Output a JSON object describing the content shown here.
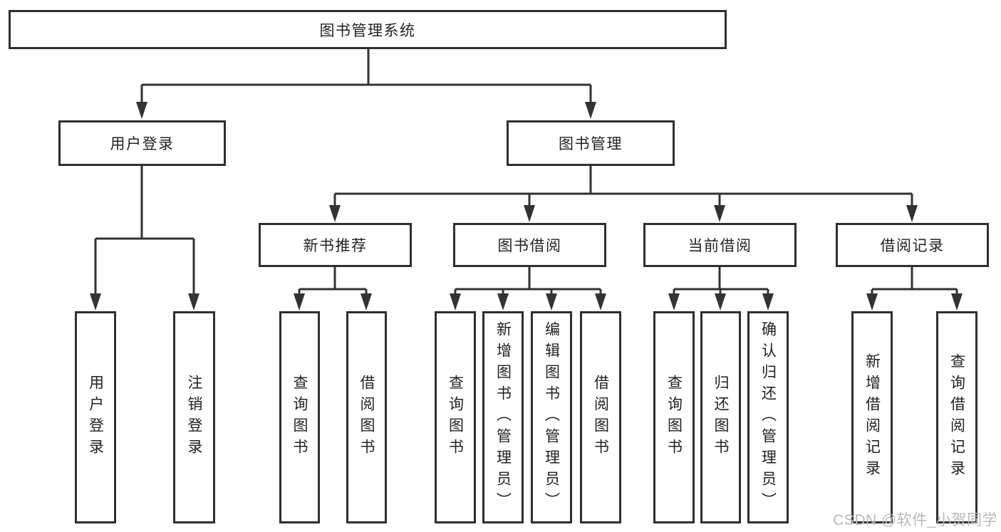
{
  "nodes": {
    "root": {
      "label": "图书管理系统"
    },
    "level2": {
      "user_login": {
        "label": "用户登录"
      },
      "book_management": {
        "label": "图书管理"
      }
    },
    "level3": {
      "new_book_recommend": {
        "label": "新书推荐"
      },
      "book_borrowing": {
        "label": "图书借阅"
      },
      "current_borrowing": {
        "label": "当前借阅"
      },
      "borrow_records": {
        "label": "借阅记录"
      }
    },
    "leaves": {
      "user_login": {
        "label": "用户登录"
      },
      "logout": {
        "label": "注销登录"
      },
      "recommend_query_books": {
        "label": "查询图书"
      },
      "recommend_borrow_books": {
        "label": "借阅图书"
      },
      "borrowing_query_books": {
        "label": "查询图书"
      },
      "borrowing_add_books": {
        "label": "新增图书（管理员）"
      },
      "borrowing_edit_books": {
        "label": "编辑图书（管理员）"
      },
      "borrowing_borrow_books": {
        "label": "借阅图书"
      },
      "current_query_books": {
        "label": "查询图书"
      },
      "current_return_books": {
        "label": "归还图书"
      },
      "current_confirm_return": {
        "label": "确认归还（管理员）"
      },
      "records_add_record": {
        "label": "新增借阅记录"
      },
      "records_query_record": {
        "label": "查询借阅记录"
      }
    }
  },
  "watermark": {
    "text": "CSDN @软件_小贺同学"
  },
  "colors": {
    "line": "#333333",
    "box_border": "#2f2f2f",
    "text": "#222222",
    "watermark": "#b9b9b9",
    "background": "#ffffff"
  }
}
